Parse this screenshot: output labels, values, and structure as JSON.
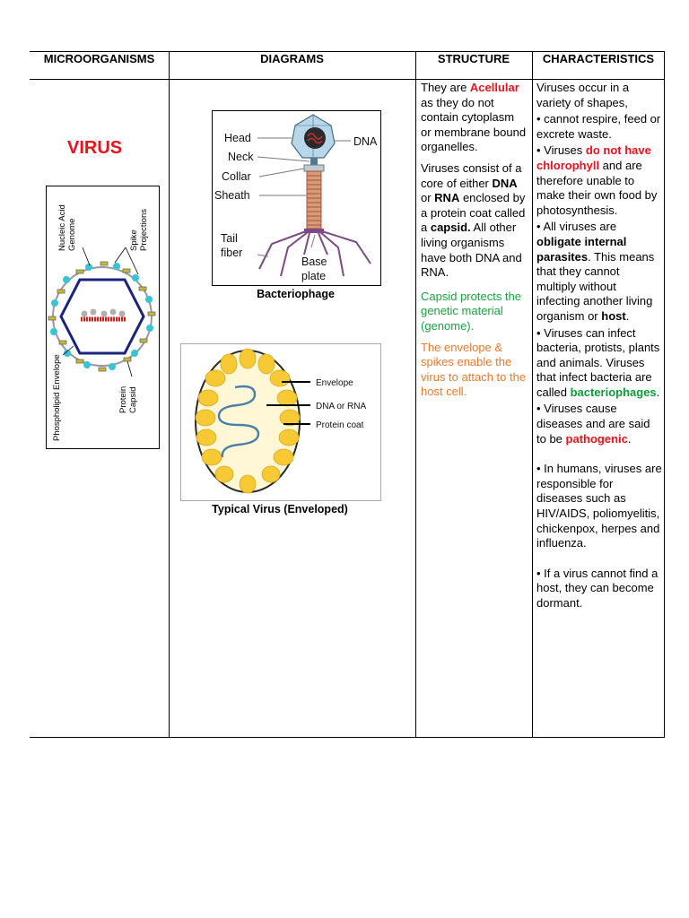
{
  "headers": [
    "MICROORGANISMS",
    "DIAGRAMS",
    "STRUCTURE",
    "CHARACTERISTICS"
  ],
  "microorganism": {
    "name": "VIRUS",
    "diagram_labels": {
      "nucleic_acid": "Nucleic Acid",
      "genome": "Genome",
      "spike": "Spike",
      "projections": "Projections",
      "phospholipid_envelope": "Phospholipid Envelope",
      "protein": "Protein",
      "capsid": "Capsid"
    }
  },
  "diagrams": {
    "bacteriophage": {
      "caption": "Bacteriophage",
      "labels": {
        "head": "Head",
        "neck": "Neck",
        "collar": "Collar",
        "sheath": "Sheath",
        "tail": "Tail",
        "fiber": "fiber",
        "dna": "DNA",
        "base": "Base",
        "plate": "plate"
      }
    },
    "enveloped": {
      "caption": "Typical Virus (Enveloped)",
      "labels": {
        "envelope": "Envelope",
        "dna_or_rna": "DNA or RNA",
        "protein_coat": "Protein coat"
      }
    }
  },
  "structure": {
    "p1": {
      "a": "They are ",
      "b": "Acellular",
      "c": " as they do not contain cytoplasm or membrane bound organelles."
    },
    "p2": {
      "a": "Viruses consist of a core of either ",
      "b": "DNA",
      "c": " or ",
      "d": "RNA",
      "e": " enclosed by a protein coat called a ",
      "f": "capsid.",
      "g": " All other living organisms have both DNA and RNA."
    },
    "p3": "Capsid protects the genetic material (genome).",
    "p4": "The envelope & spikes enable the virus to attach to the host cell."
  },
  "characteristics": {
    "c1": "Viruses occur in a variety of shapes,",
    "c2": "• cannot respire, feed or excrete waste.",
    "c3": {
      "a": "• Viruses ",
      "b": "do not have chlorophyll",
      "c": " and are therefore unable to make their own food by photosynthesis."
    },
    "c4": {
      "a": "• All viruses are ",
      "b": "obligate internal parasites",
      "c": ". This means that they cannot multiply without infecting another living organism or ",
      "d": "host",
      "e": "."
    },
    "c5": {
      "a": "• Viruses can infect bacteria, protists, plants and animals. Viruses that infect bacteria are called ",
      "b": "bacteriophages",
      "c": "."
    },
    "c6": {
      "a": "• Viruses cause diseases and are said to be ",
      "b": "pathogenic",
      "c": "."
    },
    "c7": "• In humans, viruses are responsible for diseases such as HIV/AIDS, poliomyelitis, chickenpox, herpes and influenza.",
    "c8": "• If a virus cannot find a host, they can become dormant."
  },
  "colors": {
    "red": "#e8131b",
    "green": "#1aa340",
    "orange": "#ec7a2c"
  }
}
